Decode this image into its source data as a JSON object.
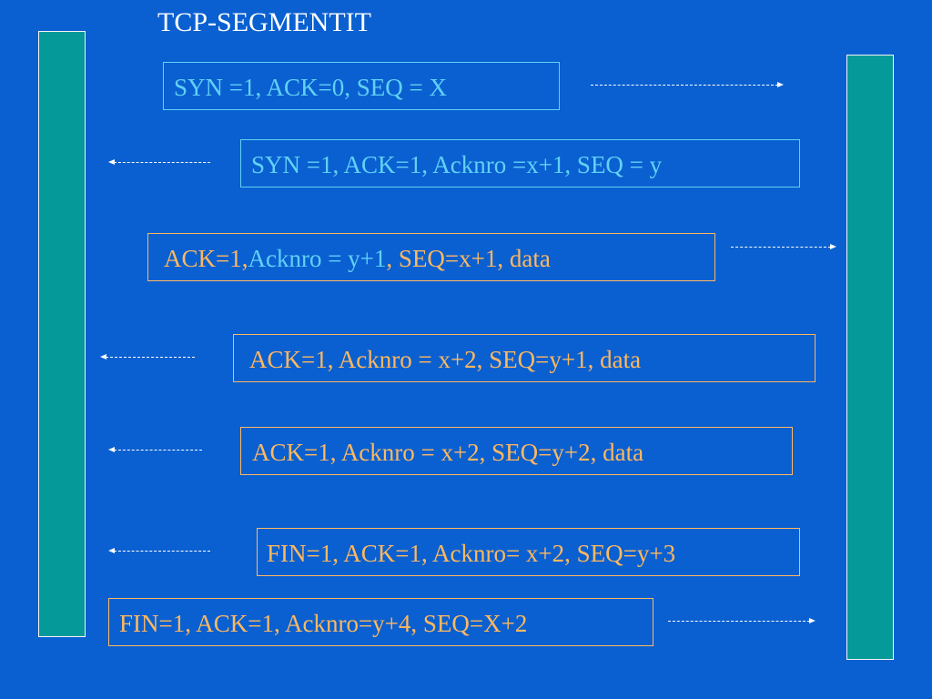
{
  "title": "TCP-SEGMENTIT",
  "colors": {
    "background": "#0a60d0",
    "host_bar": "#05999a",
    "client_text": "#61d1f6",
    "server_text": "#ffb860"
  },
  "hosts": [
    "client-host-bar",
    "server-host-bar"
  ],
  "segments": [
    {
      "parts": [
        "SYN =1, ACK=0, SEQ = X"
      ],
      "direction": "right"
    },
    {
      "parts": [
        "SYN =1, ACK=1,  Acknro =x+1, SEQ = y"
      ],
      "direction": "left"
    },
    {
      "parts": [
        "ACK=1, ",
        "Acknro = y+1",
        ", SEQ=x+1, data"
      ],
      "direction": "right"
    },
    {
      "parts": [
        "ACK=1, Acknro = x+2, SEQ=y+1, data"
      ],
      "direction": "left"
    },
    {
      "parts": [
        "ACK=1, Acknro = x+2, SEQ=y+2, data"
      ],
      "direction": "left"
    },
    {
      "parts": [
        "FIN=1, ACK=1, Acknro= x+2, SEQ=y+3"
      ],
      "direction": "left"
    },
    {
      "parts": [
        "FIN=1, ACK=1, Acknro=y+4, SEQ=X+2"
      ],
      "direction": "right"
    }
  ]
}
